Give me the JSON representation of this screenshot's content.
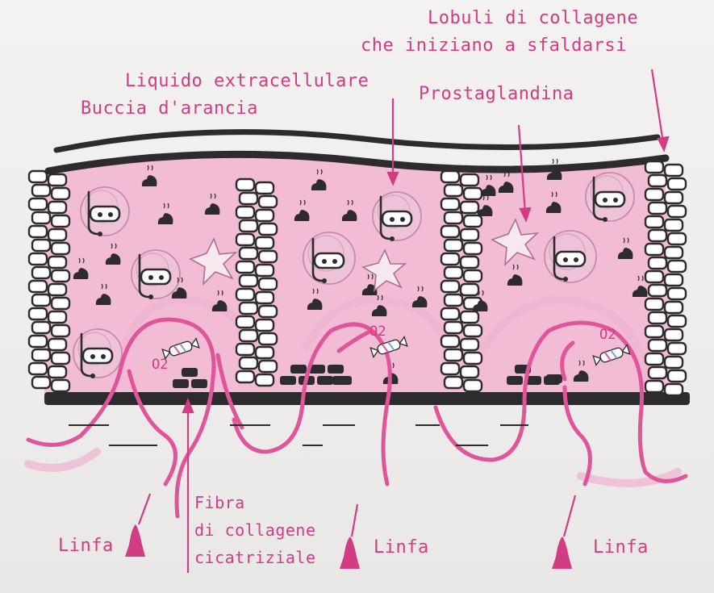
{
  "labels": {
    "collagen_lobules_line1": "Lobuli di collagene",
    "collagen_lobules_line2": "che iniziano a sfaldarsi",
    "extracellular_fluid": "Liquido extracellulare",
    "orange_peel": "Buccia d'arancia",
    "prostaglandin": "Prostaglandina",
    "scar_fiber_line1": "Fibra",
    "scar_fiber_line2": "di collagene",
    "scar_fiber_line3": "cicatriziale",
    "lymph": "Linfa",
    "oxygen": "O2"
  },
  "colors": {
    "accent": "#d23c82",
    "tissue": "#f1bcd4",
    "outline": "#2e2b2e",
    "lymph_vessel": "#e0559a"
  }
}
